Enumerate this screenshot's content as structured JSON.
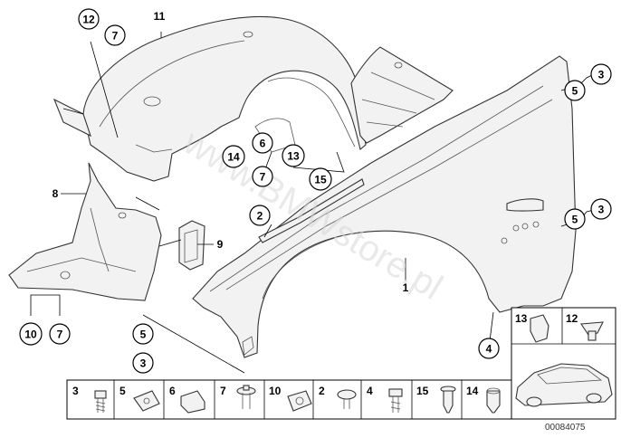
{
  "callouts": {
    "c12": "12",
    "c7a": "7",
    "c11": "11",
    "c8": "8",
    "c9": "9",
    "c10": "10",
    "c7b": "7",
    "c5a": "5",
    "c3a": "3",
    "c14": "14",
    "c6": "6",
    "c7c": "7",
    "c13": "13",
    "c15": "15",
    "c2": "2",
    "c1": "1",
    "c5b": "5",
    "c3b": "3",
    "c5c": "5",
    "c3c": "3",
    "c4": "4"
  },
  "parts_table": {
    "row_bottom": [
      "3",
      "5",
      "6",
      "7",
      "10",
      "2",
      "4",
      "15",
      "14"
    ],
    "row_top": [
      "13",
      "12"
    ]
  },
  "watermark": "www.BMWstore.pl",
  "diagram_number": "00084075"
}
